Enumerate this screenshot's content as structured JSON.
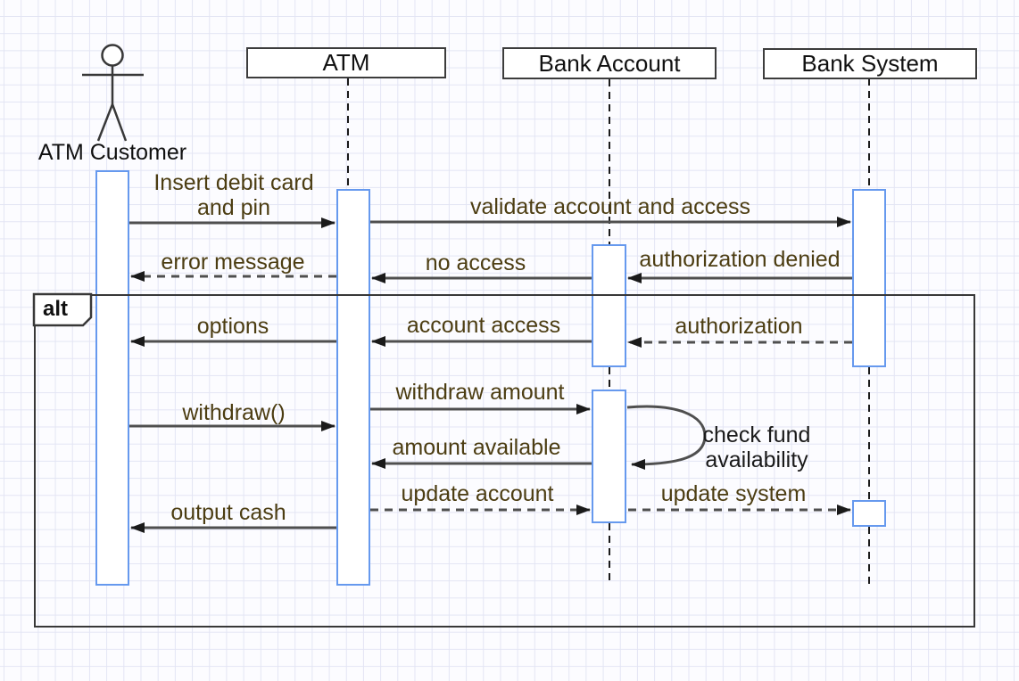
{
  "diagram_type": "uml-sequence-diagram",
  "participants": [
    {
      "name": "ATM Customer",
      "kind": "actor"
    },
    {
      "name": "ATM",
      "kind": "object"
    },
    {
      "name": "Bank Account",
      "kind": "object"
    },
    {
      "name": "Bank System",
      "kind": "object"
    }
  ],
  "fragment": {
    "operator": "alt"
  },
  "messages": [
    {
      "from": "ATM Customer",
      "to": "ATM",
      "label": "Insert debit card and pin",
      "style": "solid"
    },
    {
      "from": "ATM",
      "to": "Bank System",
      "label": "validate account and access",
      "style": "solid"
    },
    {
      "from": "Bank System",
      "to": "Bank Account",
      "label": "authorization denied",
      "style": "solid"
    },
    {
      "from": "Bank Account",
      "to": "ATM",
      "label": "no access",
      "style": "solid"
    },
    {
      "from": "ATM",
      "to": "ATM Customer",
      "label": "error message",
      "style": "dashed"
    },
    {
      "from": "ATM",
      "to": "ATM Customer",
      "label": "options",
      "style": "solid"
    },
    {
      "from": "Bank Account",
      "to": "ATM",
      "label": "account access",
      "style": "solid"
    },
    {
      "from": "Bank System",
      "to": "Bank Account",
      "label": "authorization",
      "style": "dashed"
    },
    {
      "from": "ATM Customer",
      "to": "ATM",
      "label": "withdraw()",
      "style": "solid"
    },
    {
      "from": "ATM",
      "to": "Bank Account",
      "label": "withdraw amount",
      "style": "solid"
    },
    {
      "from": "Bank Account",
      "to": "Bank Account",
      "label": "check fund availability",
      "style": "self"
    },
    {
      "from": "Bank Account",
      "to": "ATM",
      "label": "amount available",
      "style": "solid"
    },
    {
      "from": "ATM",
      "to": "Bank Account",
      "label": "update account",
      "style": "dashed"
    },
    {
      "from": "Bank Account",
      "to": "Bank System",
      "label": "update system",
      "style": "dashed"
    },
    {
      "from": "ATM",
      "to": "ATM Customer",
      "label": "output cash",
      "style": "solid"
    }
  ],
  "colors": {
    "activation_border": "#6699ee",
    "message_line": "#4f4f4f",
    "lifeline": "#1a1a1a",
    "message_text": "#4c3d12",
    "self_message_text": "#1a1a1a",
    "grid_line": "#e3e5f4"
  }
}
